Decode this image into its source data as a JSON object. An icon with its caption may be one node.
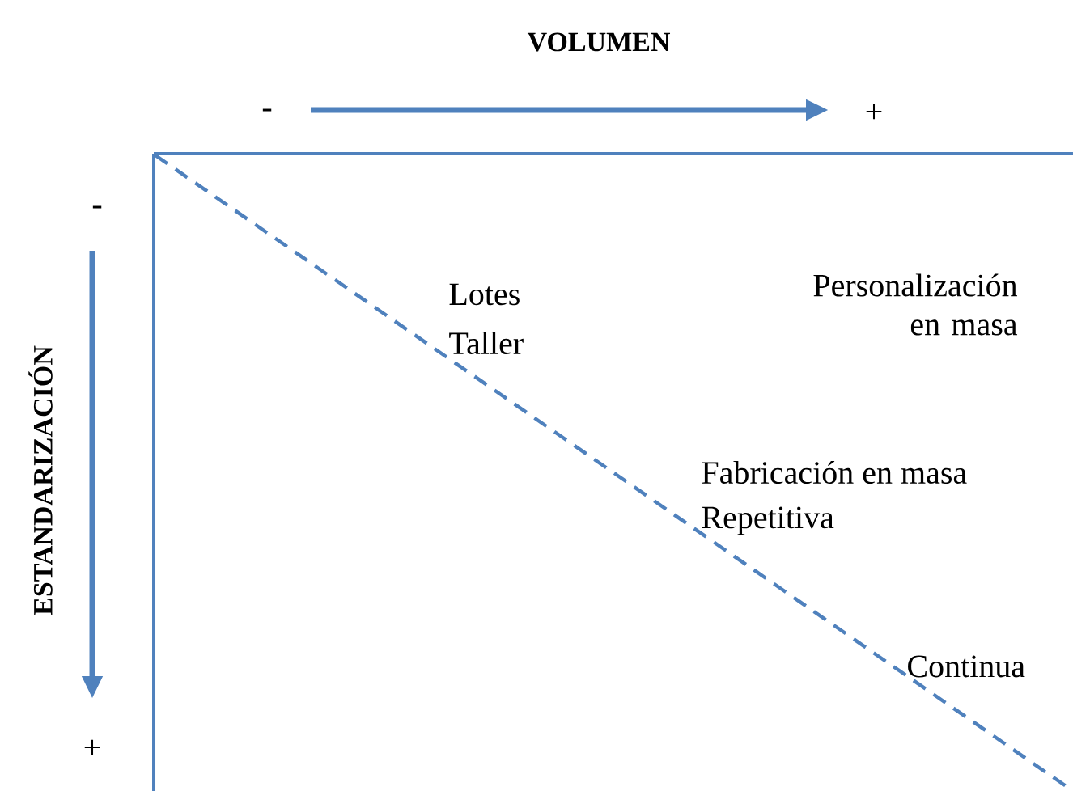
{
  "diagram": {
    "labels": [
      "VOLUMEN",
      "-",
      "+",
      "-",
      "ESTANDARIZACIÓN",
      "+",
      "Lotes",
      "Taller",
      "Personalización en masa",
      "Fabricación en masa",
      "Repetitiva",
      "Continua"
    ]
  }
}
